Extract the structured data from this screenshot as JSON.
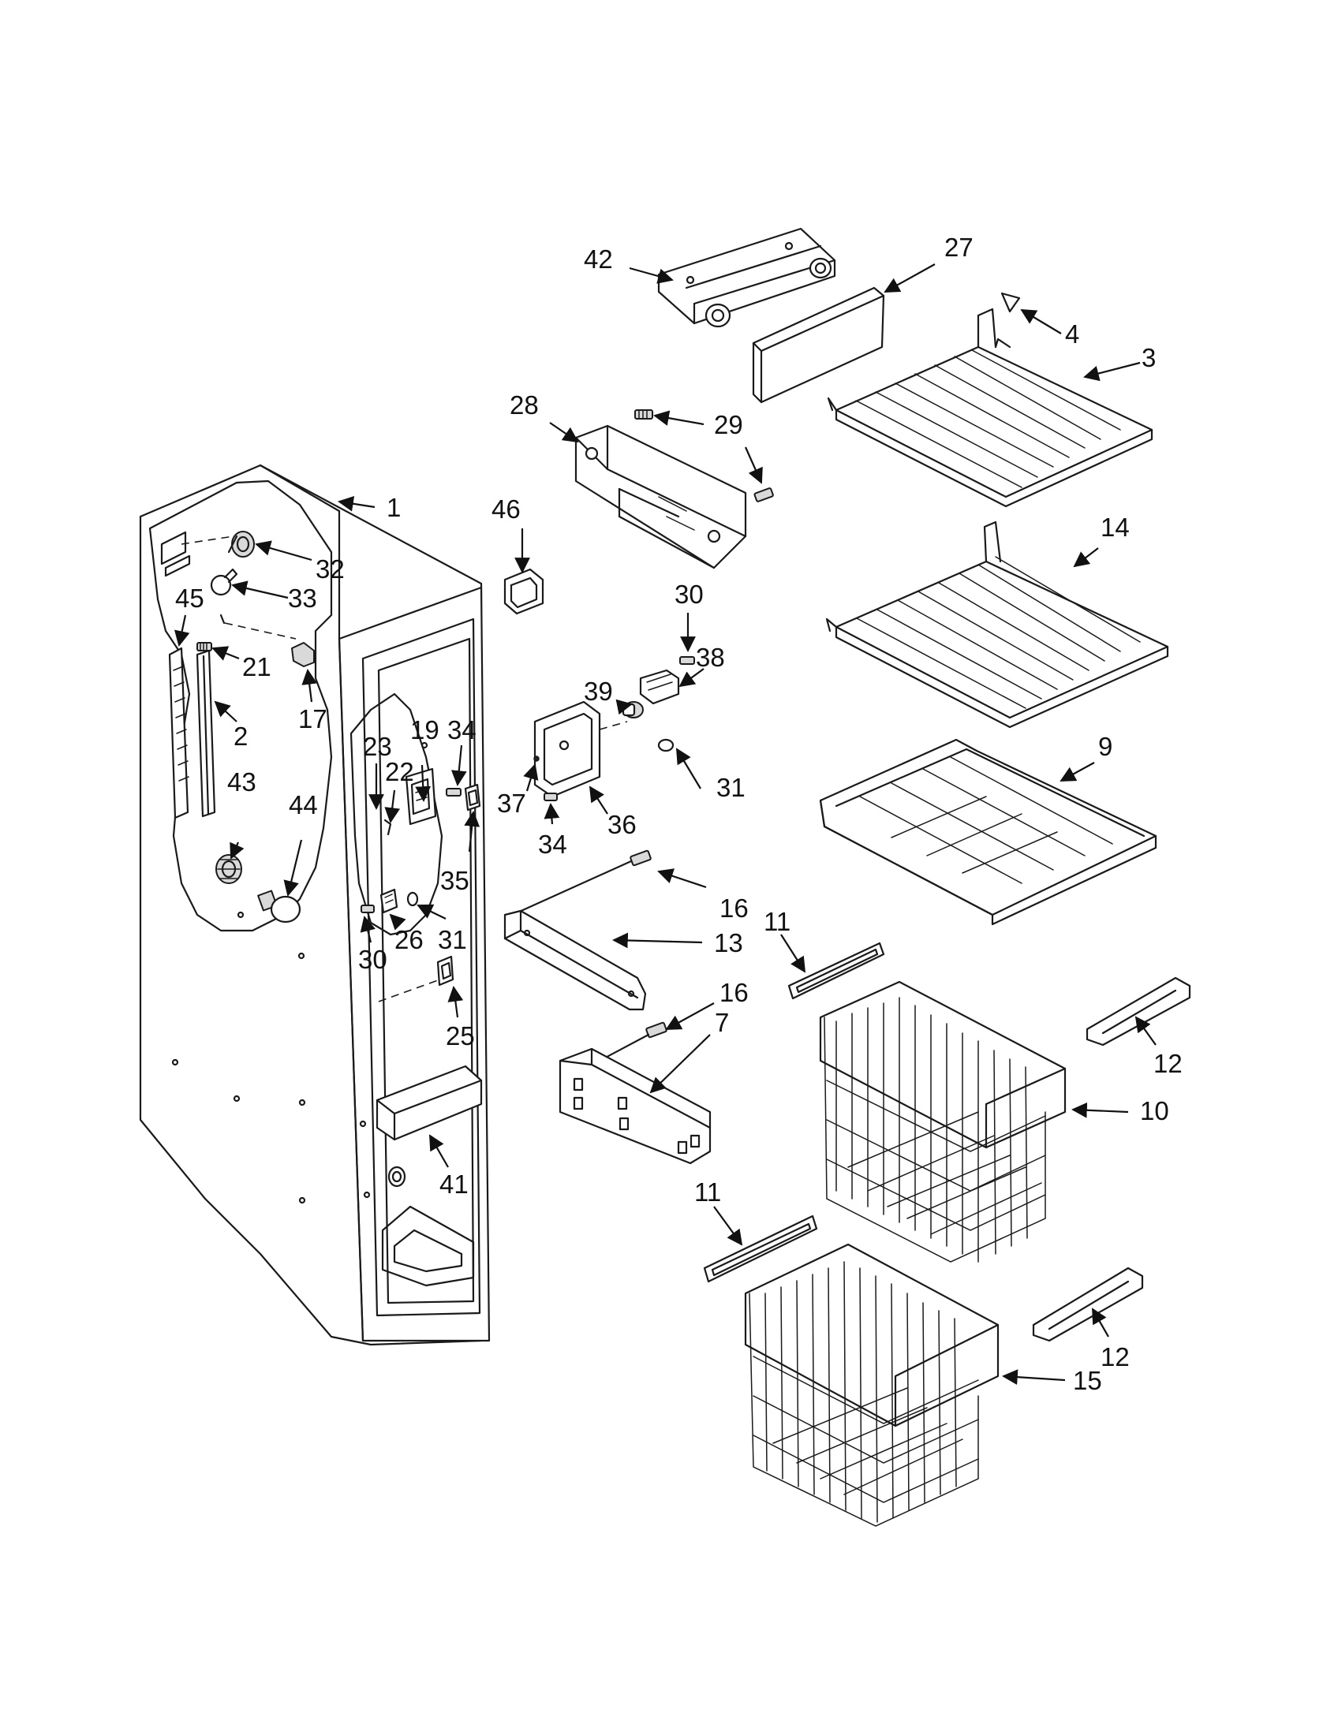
{
  "part_labels": [
    {
      "id": "1",
      "text": "1"
    },
    {
      "id": "2",
      "text": "2"
    },
    {
      "id": "3",
      "text": "3"
    },
    {
      "id": "4",
      "text": "4"
    },
    {
      "id": "7",
      "text": "7"
    },
    {
      "id": "9",
      "text": "9"
    },
    {
      "id": "10",
      "text": "10"
    },
    {
      "id": "11a",
      "text": "11"
    },
    {
      "id": "11b",
      "text": "11"
    },
    {
      "id": "12a",
      "text": "12"
    },
    {
      "id": "12b",
      "text": "12"
    },
    {
      "id": "13",
      "text": "13"
    },
    {
      "id": "14",
      "text": "14"
    },
    {
      "id": "15",
      "text": "15"
    },
    {
      "id": "16a",
      "text": "16"
    },
    {
      "id": "16b",
      "text": "16"
    },
    {
      "id": "17",
      "text": "17"
    },
    {
      "id": "19",
      "text": "19"
    },
    {
      "id": "21",
      "text": "21"
    },
    {
      "id": "22",
      "text": "22"
    },
    {
      "id": "23",
      "text": "23"
    },
    {
      "id": "25",
      "text": "25"
    },
    {
      "id": "26",
      "text": "26"
    },
    {
      "id": "27",
      "text": "27"
    },
    {
      "id": "28",
      "text": "28"
    },
    {
      "id": "29",
      "text": "29"
    },
    {
      "id": "30a",
      "text": "30"
    },
    {
      "id": "30b",
      "text": "30"
    },
    {
      "id": "31a",
      "text": "31"
    },
    {
      "id": "31b",
      "text": "31"
    },
    {
      "id": "32",
      "text": "32"
    },
    {
      "id": "33",
      "text": "33"
    },
    {
      "id": "34a",
      "text": "34"
    },
    {
      "id": "34b",
      "text": "34"
    },
    {
      "id": "35",
      "text": "35"
    },
    {
      "id": "36",
      "text": "36"
    },
    {
      "id": "37",
      "text": "37"
    },
    {
      "id": "38",
      "text": "38"
    },
    {
      "id": "39",
      "text": "39"
    },
    {
      "id": "41",
      "text": "41"
    },
    {
      "id": "42",
      "text": "42"
    },
    {
      "id": "43",
      "text": "43"
    },
    {
      "id": "44",
      "text": "44"
    },
    {
      "id": "45",
      "text": "45"
    },
    {
      "id": "46",
      "text": "46"
    }
  ]
}
